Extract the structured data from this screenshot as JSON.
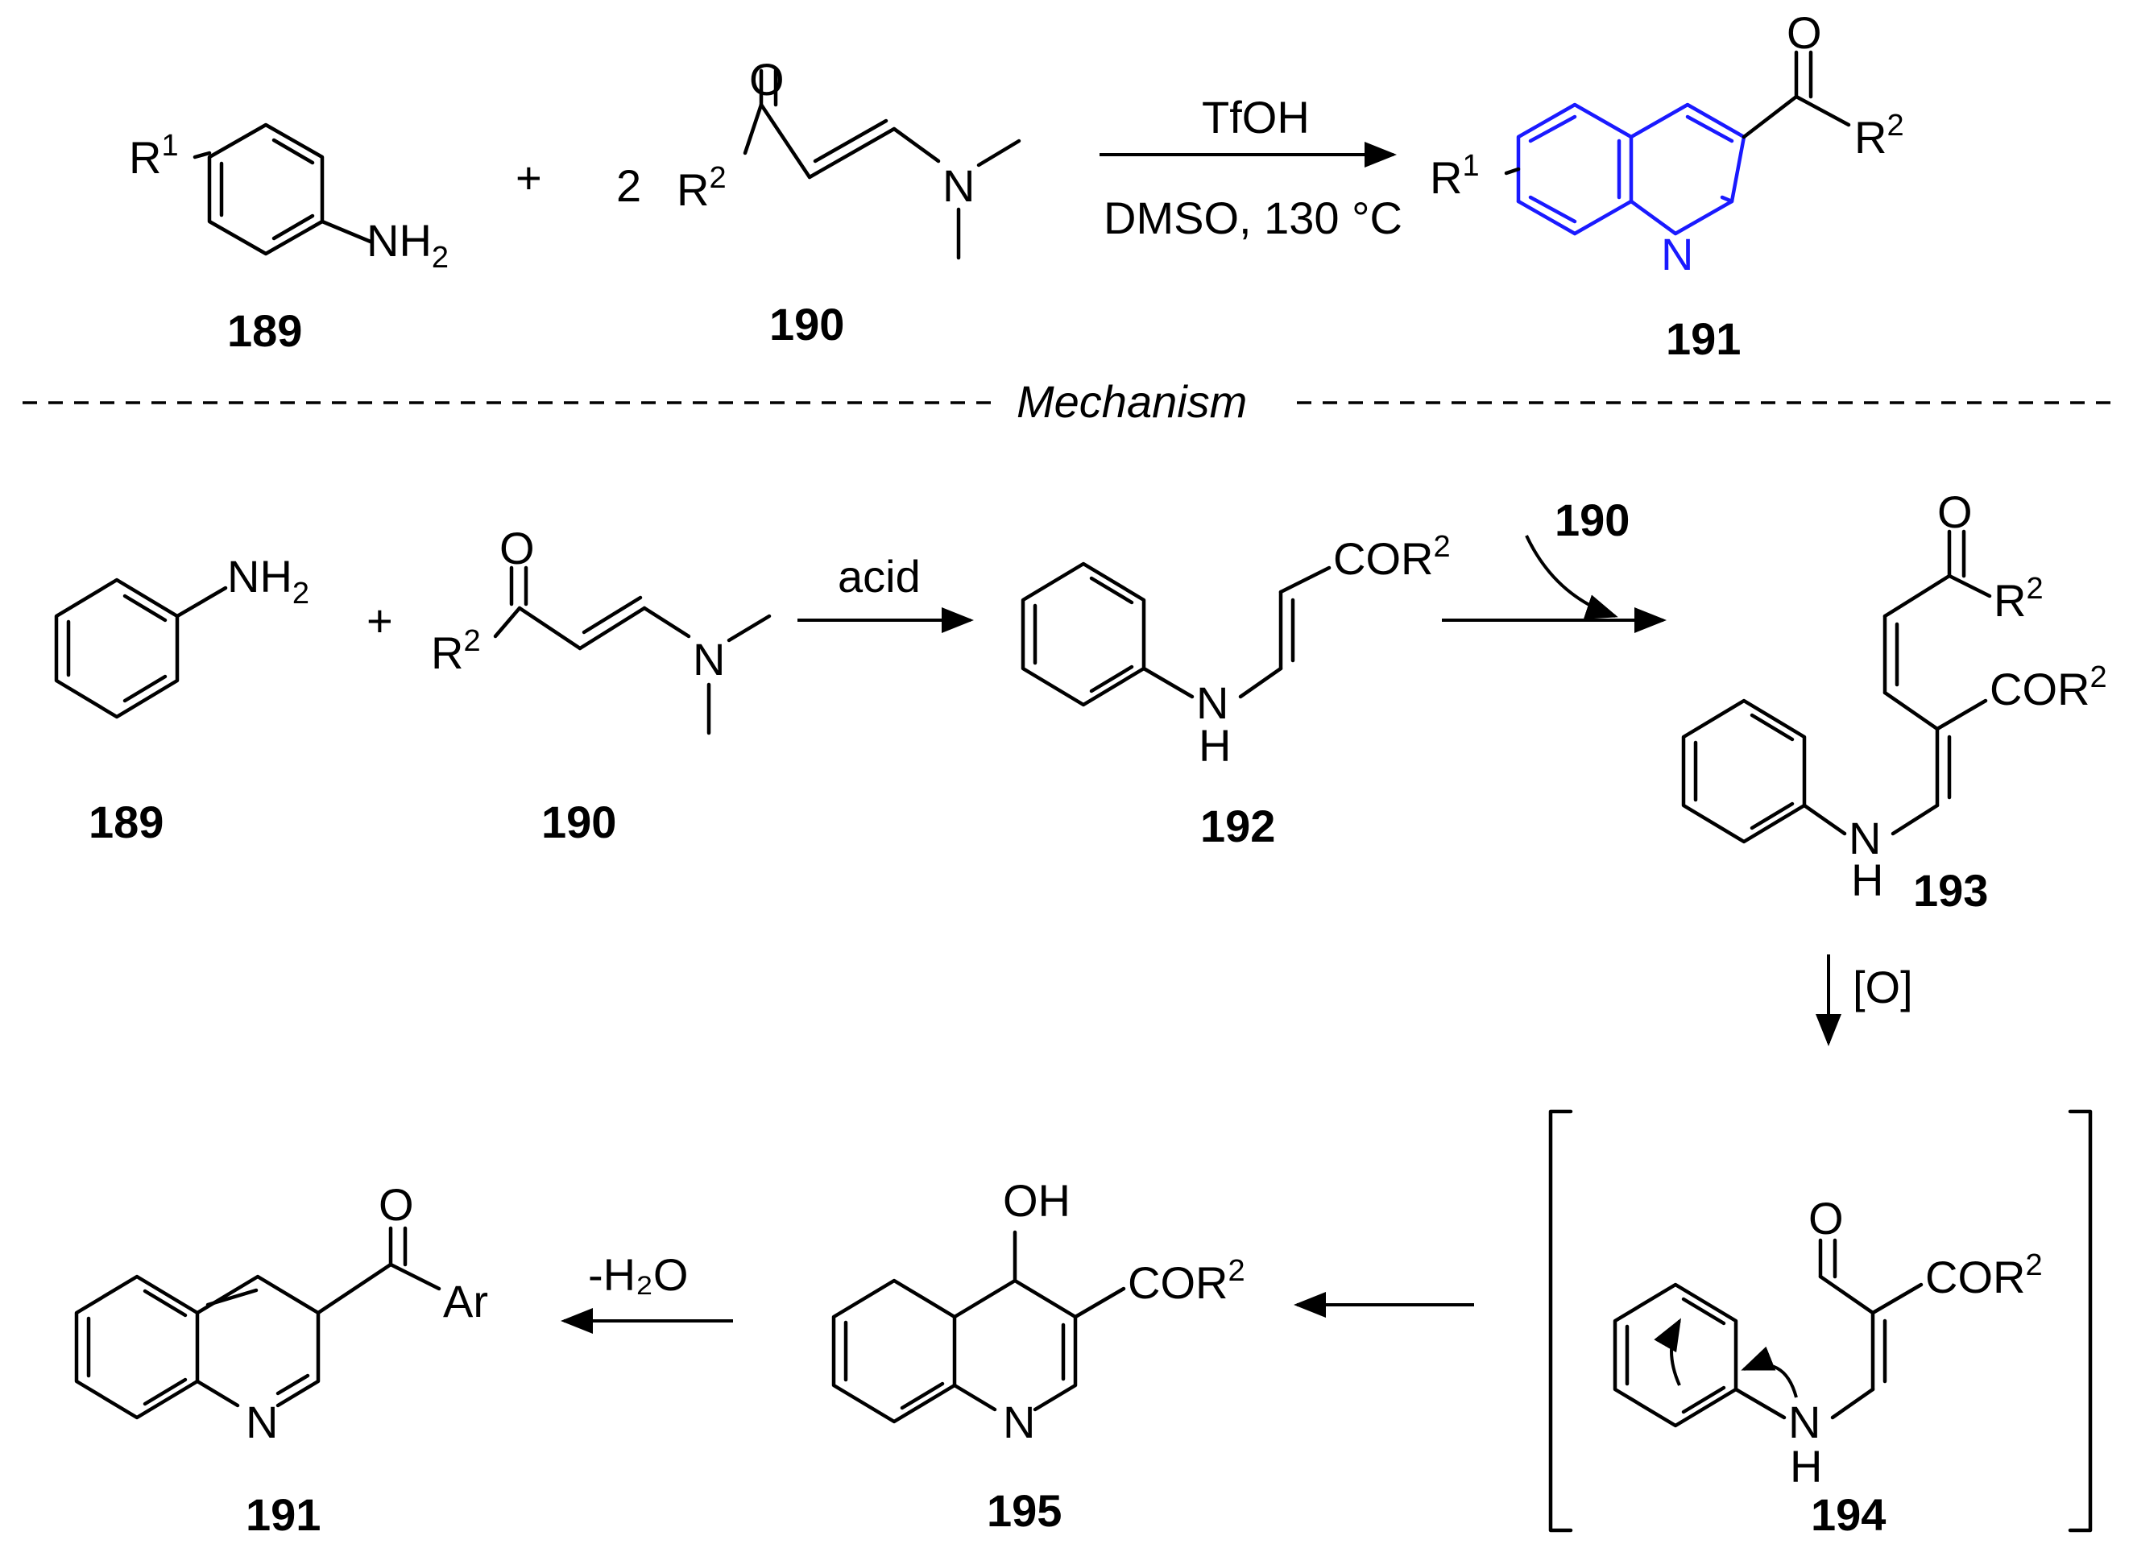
{
  "reaction": {
    "reagent_top": "TfOH",
    "reagent_bottom": "DMSO, 130 °C",
    "coefficient": "2",
    "plus": "+"
  },
  "section_label": "Mechanism",
  "atoms": {
    "R": "R",
    "one": "1",
    "two": "2",
    "O": "O",
    "N": "N",
    "H": "H",
    "NH": "NH",
    "sub2": "2",
    "COR": "COR",
    "OH": "OH",
    "Ar": "Ar"
  },
  "compounds": {
    "c189": "189",
    "c190": "190",
    "c191": "191",
    "c192": "192",
    "c193": "193",
    "c194": "194",
    "c195": "195"
  },
  "mechanism": {
    "step1": "acid",
    "step2": "190",
    "step3": "[O]",
    "step5": "-H₂O"
  },
  "colors": {
    "highlight": "#1a1aff"
  }
}
